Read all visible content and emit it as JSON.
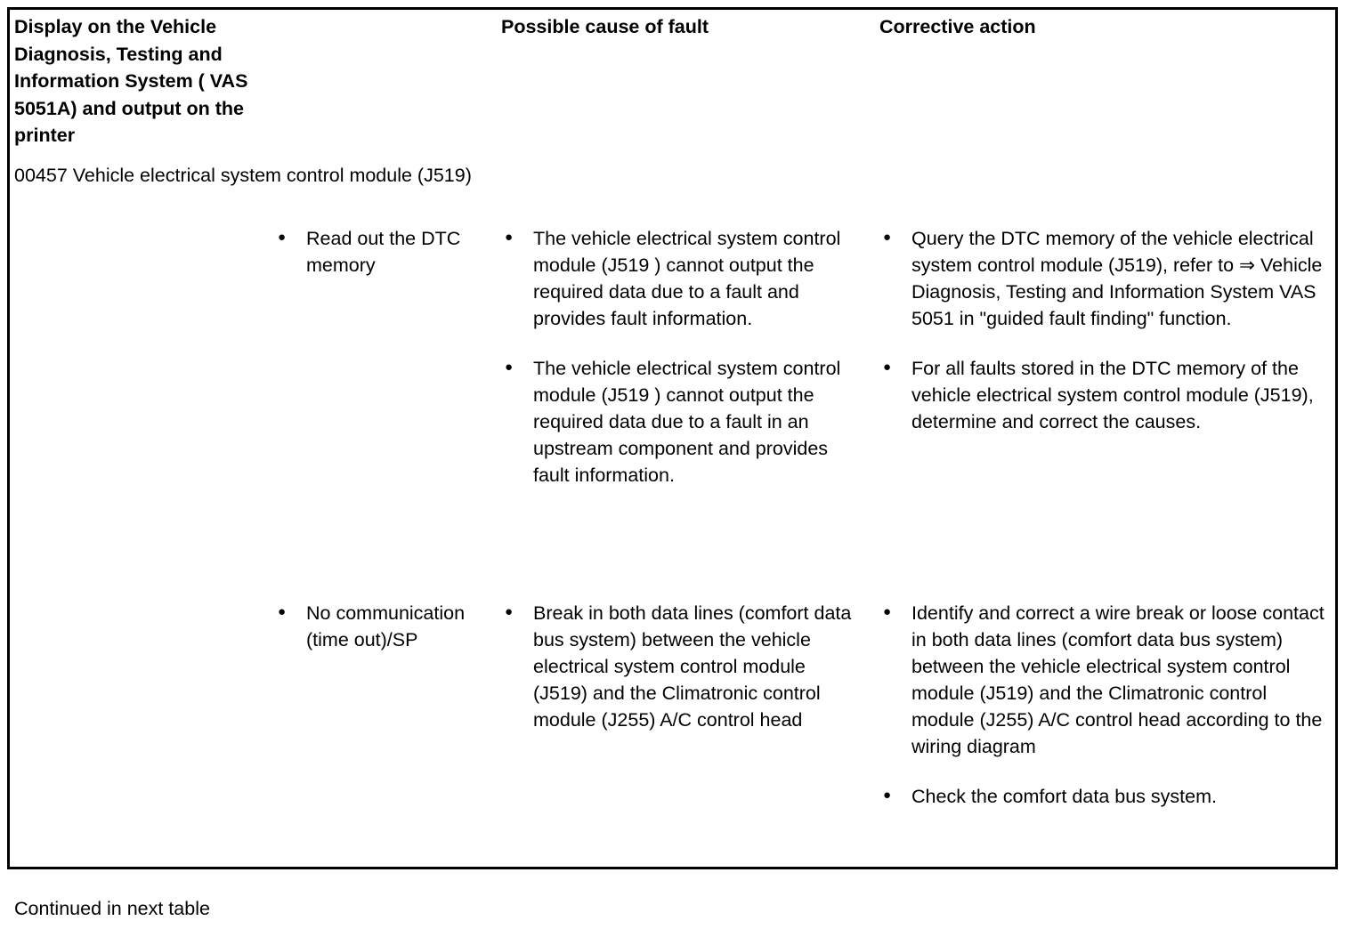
{
  "table": {
    "headers": {
      "col1": "Display on the Vehicle Diagnosis, Testing and Information System ( VAS 5051A) and output on the printer",
      "col3": "Possible cause of fault",
      "col4": "Corrective action"
    },
    "dtc_row": {
      "code_and_description": "00457 Vehicle electrical system control module (J519)"
    },
    "rows": [
      {
        "display": [
          "Read out the DTC memory"
        ],
        "cause": [
          "The vehicle electrical system control module (J519 ) cannot output the required data due to a fault and provides fault information.",
          "The vehicle electrical system control module (J519 ) cannot output the required data due to a fault in an upstream component and provides fault information."
        ],
        "action": [
          "Query the DTC memory of the vehicle electrical system control module (J519), refer to ⇒ Vehicle Diagnosis, Testing and Information System VAS 5051 in \"guided fault finding\" function.",
          "For all faults stored in the DTC memory of the vehicle electrical system control module (J519), determine and correct the causes."
        ]
      },
      {
        "display": [
          "No communication (time out)/SP"
        ],
        "cause": [
          "Break in both data lines (comfort data bus system) between the vehicle electrical system control module (J519) and the Climatronic control module (J255) A/C control head"
        ],
        "action": [
          "Identify and correct a wire break or loose contact in both data lines (comfort data bus system) between the vehicle electrical system control module (J519) and the Climatronic control module (J255) A/C control head according to the wiring diagram",
          "Check the comfort data bus system."
        ]
      }
    ],
    "footer": {
      "continued": "Continued in next table"
    }
  }
}
